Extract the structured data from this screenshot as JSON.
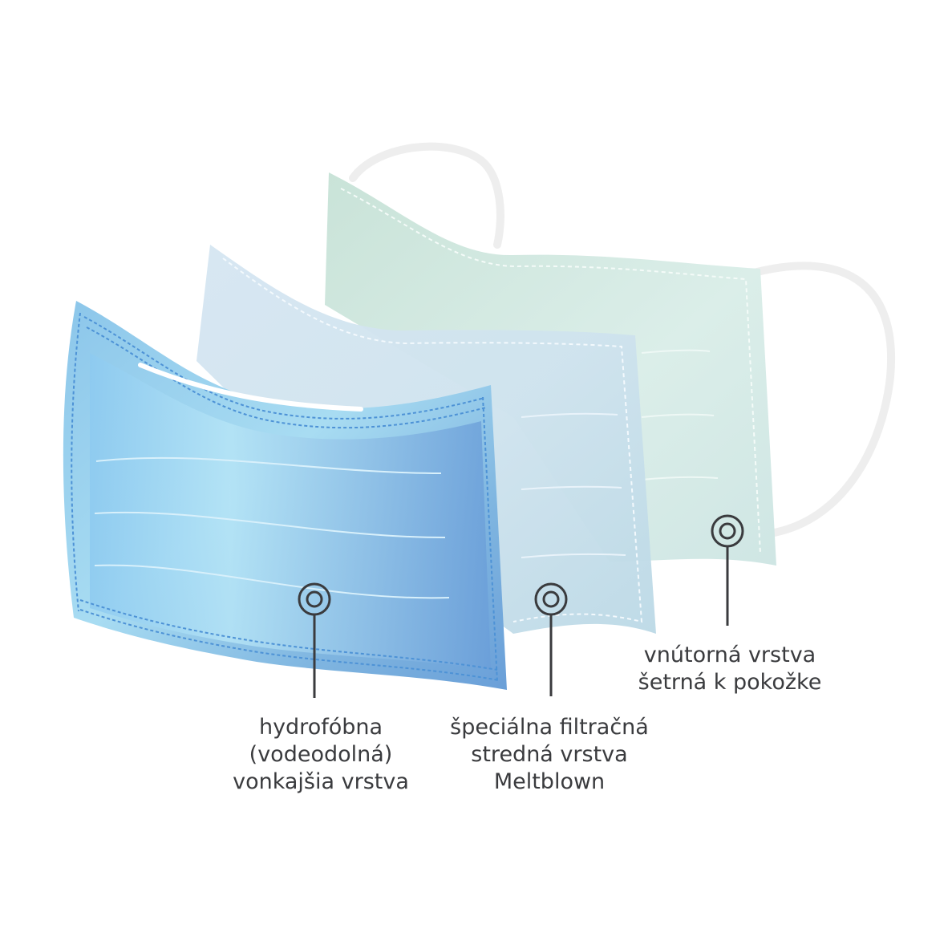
{
  "layers": [
    {
      "id": "outer",
      "lines": [
        "hydrofóbna",
        "(vodeodolná)",
        "vonkajšia vrstva"
      ]
    },
    {
      "id": "middle",
      "lines": [
        "špeciálna filtračná",
        "stredná vrstva",
        "Meltblown"
      ]
    },
    {
      "id": "inner",
      "lines": [
        "vnútorná vrstva",
        "šetrná k pokožke"
      ]
    }
  ],
  "colors": {
    "outer_layer": "#6fa8dc",
    "middle_layer": "#cfe2ee",
    "inner_layer": "#d6ebe4",
    "ear_loop": "#eeeeee",
    "text": "#3a3b3e",
    "marker": "#3a3b3e"
  }
}
